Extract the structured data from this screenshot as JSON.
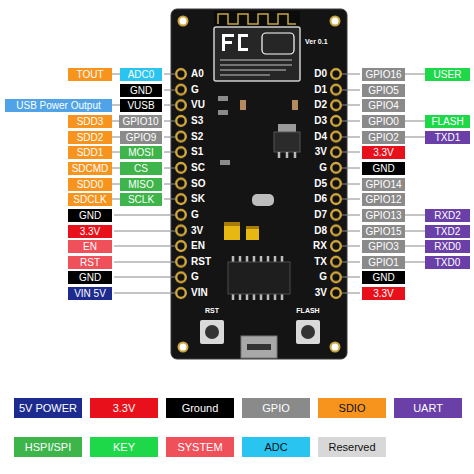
{
  "diagram": {
    "nodes": [
      {
        "text": [
          "TOUT"
        ]
      },
      {
        "text": [
          "ADC0"
        ]
      },
      {
        "text": [
          "GPIO16"
        ]
      },
      {
        "text": [
          "USER"
        ]
      },
      {
        "text": [
          "GND"
        ]
      },
      {
        "text": [
          "GPIO5"
        ]
      },
      {
        "text": [
          "USB Power Output"
        ]
      },
      {
        "text": [
          "VUSB"
        ]
      },
      {
        "text": [
          "GPIO4"
        ]
      },
      {
        "text": [
          "SDD3"
        ]
      },
      {
        "text": [
          "GPIO10"
        ]
      },
      {
        "text": [
          "GPIO0"
        ]
      },
      {
        "text": [
          "FLASH"
        ]
      },
      {
        "text": [
          "SDD2"
        ]
      },
      {
        "text": [
          "GPIO9"
        ]
      },
      {
        "text": [
          "GPIO2"
        ]
      },
      {
        "text": [
          "TXD1"
        ]
      },
      {
        "text": [
          "SDD1"
        ]
      },
      {
        "text": [
          "MOSI"
        ]
      },
      {
        "text": [
          "3.3V"
        ]
      },
      {
        "text": [
          "SDCMD"
        ]
      },
      {
        "text": [
          "CS"
        ]
      },
      {
        "text": [
          "GND"
        ]
      },
      {
        "text": [
          "SDD0"
        ]
      },
      {
        "text": [
          "MISO"
        ]
      },
      {
        "text": [
          "GPIO14"
        ]
      },
      {
        "text": [
          "SDCLK"
        ]
      },
      {
        "text": [
          "SCLK"
        ]
      },
      {
        "text": [
          "GPIO12"
        ]
      },
      {
        "text": [
          "GND"
        ]
      },
      {
        "text": [
          "GPIO13"
        ]
      },
      {
        "text": [
          "RXD2"
        ]
      },
      {
        "text": [
          "3.3V"
        ]
      },
      {
        "text": [
          "GPIO15"
        ]
      },
      {
        "text": [
          "TXD2"
        ]
      },
      {
        "text": [
          "EN"
        ]
      },
      {
        "text": [
          "GPIO3"
        ]
      },
      {
        "text": [
          "RXD0"
        ]
      },
      {
        "text": [
          "RST"
        ]
      },
      {
        "text": [
          "GPIO1"
        ]
      },
      {
        "text": [
          "TXD0"
        ]
      },
      {
        "text": [
          "GND"
        ]
      },
      {
        "text": [
          "GND"
        ]
      },
      {
        "text": [
          "VIN 5V"
        ]
      },
      {
        "text": [
          "3.3V"
        ]
      }
    ],
    "edges": [
      {
        "from": 0,
        "to": 1,
        "arrow": "none"
      },
      {
        "from": 2,
        "to": 3,
        "arrow": "none"
      },
      {
        "from": 6,
        "to": 7,
        "arrow": "none"
      },
      {
        "from": 9,
        "to": 10,
        "arrow": "none"
      },
      {
        "from": 11,
        "to": 12,
        "arrow": "none"
      },
      {
        "from": 13,
        "to": 14,
        "arrow": "none"
      },
      {
        "from": 15,
        "to": 16,
        "arrow": "none"
      },
      {
        "from": 17,
        "to": 18,
        "arrow": "none"
      },
      {
        "from": 20,
        "to": 21,
        "arrow": "none"
      },
      {
        "from": 23,
        "to": 24,
        "arrow": "none"
      },
      {
        "from": 26,
        "to": 27,
        "arrow": "none"
      },
      {
        "from": 30,
        "to": 31,
        "arrow": "none"
      },
      {
        "from": 33,
        "to": 34,
        "arrow": "none"
      },
      {
        "from": 36,
        "to": 37,
        "arrow": "none"
      },
      {
        "from": 39,
        "to": 40,
        "arrow": "none"
      }
    ],
    "labels": [
      "A0",
      "G",
      "VU",
      "S3",
      "S2",
      "S1",
      "SC",
      "SO",
      "SK",
      "G",
      "3V",
      "EN",
      "RST",
      "G",
      "VIN",
      "D0",
      "D1",
      "D2",
      "D3",
      "D4",
      "3V",
      "G",
      "D5",
      "D6",
      "D7",
      "D8",
      "RX",
      "TX",
      "G",
      "3V",
      "Ver 0.1",
      "RST",
      "FLASH"
    ],
    "legend": [
      {
        "text": "5V POWER",
        "color": "#1d2b8f"
      },
      {
        "text": "3.3V",
        "color": "#e8111b"
      },
      {
        "text": "Ground",
        "color": "#000000"
      },
      {
        "text": "GPIO",
        "color": "#8a8a8a"
      },
      {
        "text": "SDIO",
        "color": "#f7941e"
      },
      {
        "text": "UART",
        "color": "#6a3fa8"
      },
      {
        "text": "HSPI/SPI",
        "color": "#3db54a"
      },
      {
        "text": "KEY",
        "color": "#1ed84a"
      },
      {
        "text": "SYSTEM",
        "color": "#f0505a"
      },
      {
        "text": "ADC",
        "color": "#29c4f0"
      },
      {
        "text": "Reserved",
        "color": "#d8d8d8"
      }
    ]
  }
}
